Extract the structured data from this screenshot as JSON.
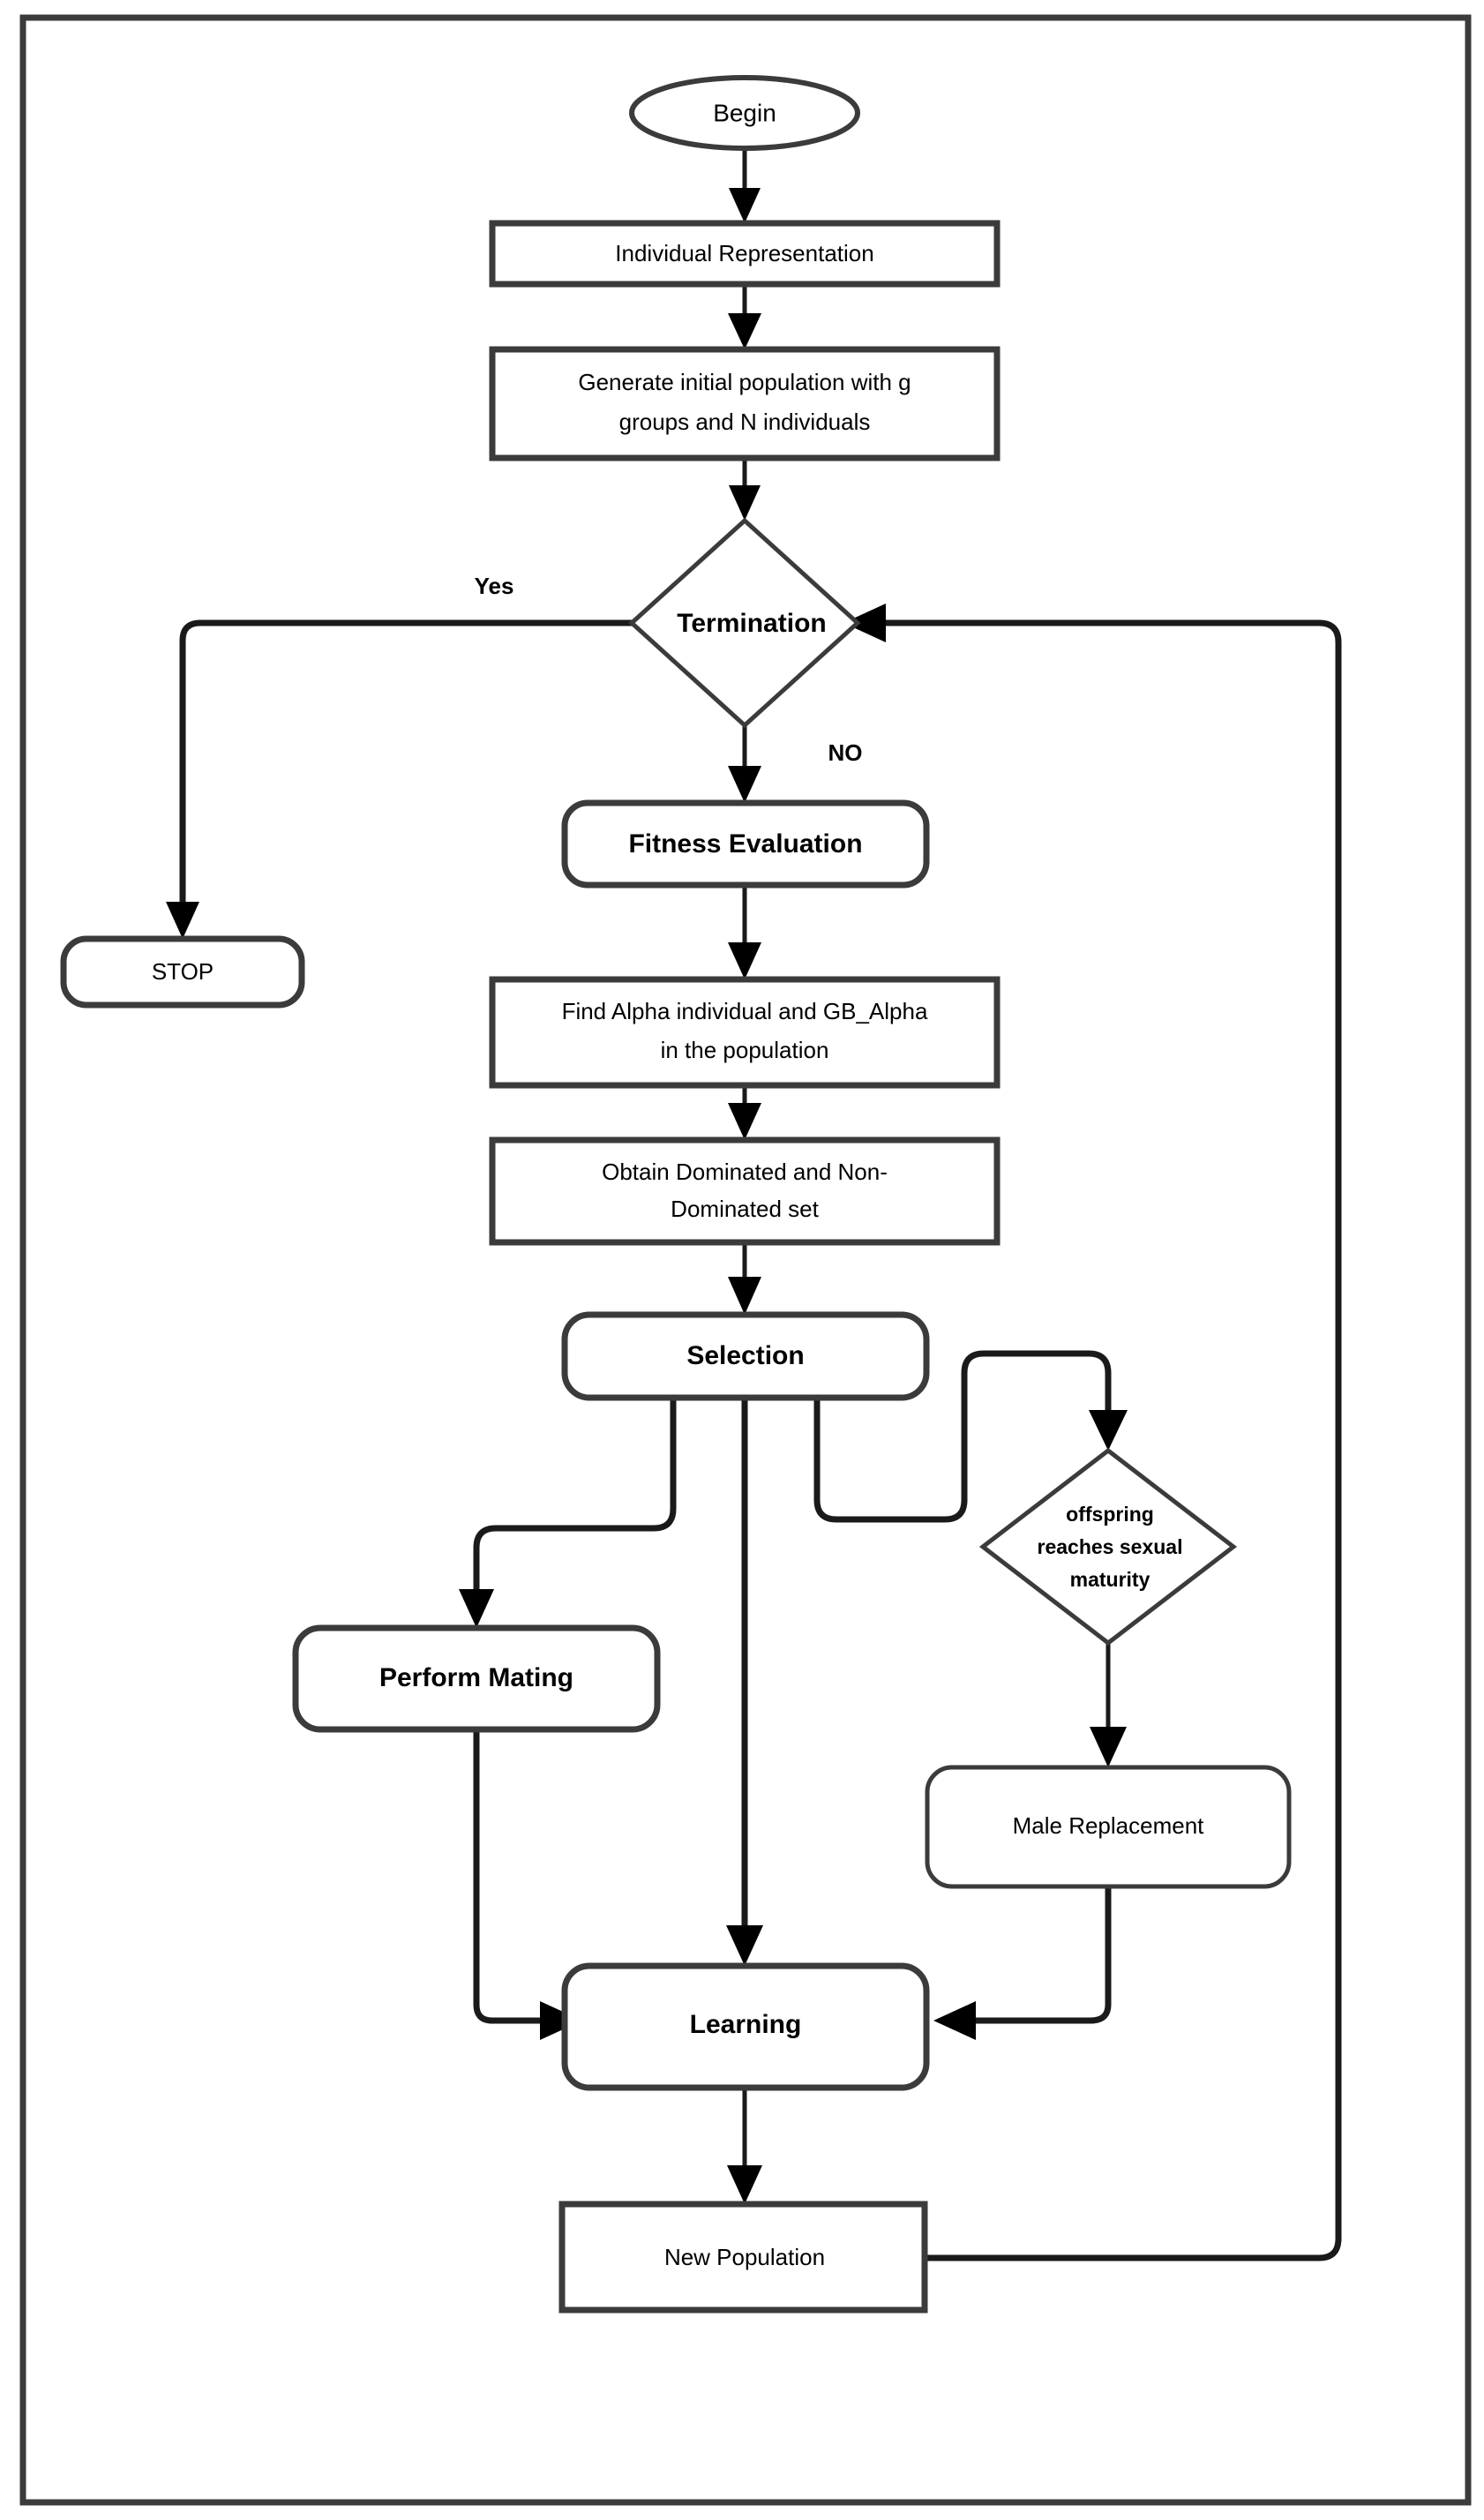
{
  "diagram": {
    "title": "Evolutionary algorithm flowchart",
    "colors": {
      "shape_stroke": "#3b3b3b",
      "edge_stroke": "#1a1a1a",
      "shape_fill": "#ffffff",
      "background": "#ffffff",
      "text": "#000000"
    },
    "nodes": {
      "begin": {
        "label": "Begin",
        "shape": "ellipse"
      },
      "individual_representation": {
        "label": "Individual Representation",
        "shape": "rectangle"
      },
      "generate_population_line1": {
        "label": "Generate initial population with g",
        "shape": "rectangle"
      },
      "generate_population_line2": {
        "label": "groups and N individuals",
        "shape": "rectangle"
      },
      "termination": {
        "label": "Termination",
        "shape": "diamond"
      },
      "stop": {
        "label": "STOP",
        "shape": "rounded-rectangle"
      },
      "fitness_evaluation": {
        "label": "Fitness Evaluation",
        "shape": "rounded-rectangle"
      },
      "find_alpha_line1": {
        "label": "Find Alpha individual and GB_Alpha",
        "shape": "rectangle"
      },
      "find_alpha_line2": {
        "label": "in the population",
        "shape": "rectangle"
      },
      "obtain_dominated_line1": {
        "label": "Obtain Dominated and Non-",
        "shape": "rectangle"
      },
      "obtain_dominated_line2": {
        "label": "Dominated set",
        "shape": "rectangle"
      },
      "selection": {
        "label": "Selection",
        "shape": "rounded-rectangle"
      },
      "offspring_maturity_line1": {
        "label": "offspring",
        "shape": "diamond"
      },
      "offspring_maturity_line2": {
        "label": "reaches sexual",
        "shape": "diamond"
      },
      "offspring_maturity_line3": {
        "label": "maturity",
        "shape": "diamond"
      },
      "perform_mating": {
        "label": "Perform Mating",
        "shape": "rounded-rectangle"
      },
      "male_replacement": {
        "label": "Male Replacement",
        "shape": "rounded-rectangle"
      },
      "learning": {
        "label": "Learning",
        "shape": "rounded-rectangle"
      },
      "new_population": {
        "label": "New Population",
        "shape": "rectangle"
      }
    },
    "edge_labels": {
      "yes": "Yes",
      "no": "NO"
    }
  }
}
